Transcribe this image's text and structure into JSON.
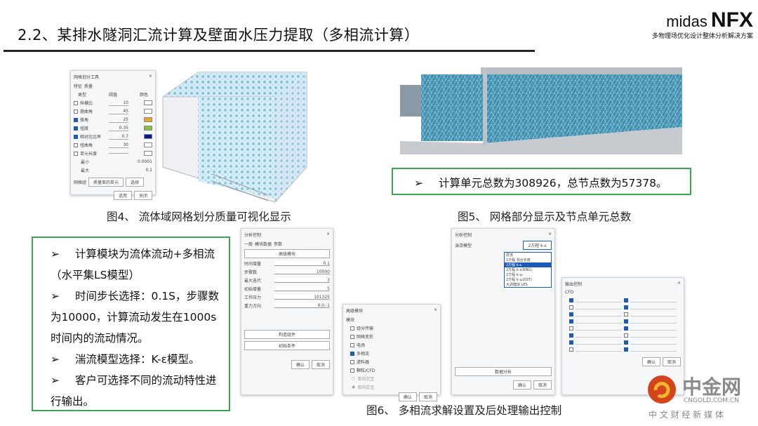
{
  "header": {
    "title": "2.2、某排水隧洞汇流计算及壁面水压力提取（多相流计算）",
    "logo_main": "midas",
    "logo_bold": "NFX",
    "logo_sub": "多物理场优化设计整体分析解决方案"
  },
  "fig4": {
    "caption": "图4、 流体域网格划分质量可视化显示",
    "dialog": {
      "title": "网格划分工具",
      "tabs": [
        "特征",
        "质量"
      ],
      "headers": [
        "类型",
        "阈值",
        "颜色"
      ],
      "rows": [
        {
          "label": "纵横比",
          "value": "10",
          "checked": false,
          "color": "#ffffff"
        },
        {
          "label": "翘曲角",
          "value": "45",
          "checked": false,
          "color": "#ffffff"
        },
        {
          "label": "锥角",
          "value": "25",
          "checked": true,
          "color": "#e8a72a"
        },
        {
          "label": "扭度",
          "value": "0.35",
          "checked": true,
          "color": "#8cbf3f"
        },
        {
          "label": "相对比比率",
          "value": "0.7",
          "checked": true,
          "color": "#0a1a8c"
        },
        {
          "label": "扭曲角",
          "value": "30",
          "checked": false,
          "color": "#ffffff"
        },
        {
          "label": "单元长度",
          "value": "",
          "checked": false,
          "color": "#ffffff"
        }
      ],
      "min_label": "最小",
      "min_value": "0.0001",
      "max_label": "最大",
      "max_value": "0.1",
      "mesh_group_label": "网格组",
      "mesh_group_value": "质量差的单元",
      "select": "选择",
      "apply": "适用",
      "close": "关闭"
    }
  },
  "fig5": {
    "caption": "图5、 网格部分显示及节点单元总数",
    "stat": "计算单元总数为308926，总节点数为57378。"
  },
  "desc": {
    "items": [
      "计算模块为流体流动+多相流（水平集LS模型）",
      "时间步长选择：0.1S，步骤数为10000，计算流动发生在1000s时间内的流动情况。",
      "湍流模型选择：K-ε模型。",
      "客户可选择不同的流动特性进行输出。"
    ]
  },
  "fig6": {
    "caption": "图6、 多相流求解设置及后处理输出控制",
    "dlgA": {
      "title": "分析控制",
      "tabs": [
        "一般",
        "模块数据",
        "参数"
      ],
      "rows": [
        "时间增量",
        "步骤数",
        "最大迭代",
        "初始增量",
        "工作压力",
        "重力方向"
      ],
      "values": [
        "0.1",
        "10000",
        "3",
        "5",
        "101325",
        "0,0,-1"
      ],
      "btn1": "高级模块",
      "btn2": "构造组件",
      "btn3": "初始条件",
      "ok": "确认",
      "cancel": "取消"
    },
    "dlgB": {
      "title": "高级模块",
      "group": "模块",
      "items": [
        {
          "label": "组分传输",
          "checked": false
        },
        {
          "label": "网格变形",
          "checked": false
        },
        {
          "label": "电场",
          "checked": false
        },
        {
          "label": "多相流",
          "checked": true
        },
        {
          "label": "滤料器",
          "checked": false
        },
        {
          "label": "颗粒/CFD",
          "checked": false
        }
      ],
      "radio1": "单向交互",
      "radio2": "双向交互",
      "ok": "确认",
      "cancel": "取消"
    },
    "dlgC": {
      "title": "分析控制",
      "label": "湍流模型",
      "selected": "2方程 k-ε",
      "options": [
        "层流",
        "1方程 混合长度",
        "2方程 k-ε",
        "2方程 k-ε(RNG)",
        "2方程 k-ω",
        "2方程 k-ω(SST)",
        "大涡模拟 LES"
      ],
      "btn": "数据分析",
      "ok": "确认",
      "cancel": "取消"
    },
    "dlgD": {
      "title": "输出控制",
      "label": "CFD",
      "ok": "确认",
      "cancel": "取消"
    }
  },
  "watermark": {
    "name": "中金网",
    "domain": "CNGOLD.COM.CN",
    "tagline": "中 文 财 经 新 媒 体"
  }
}
